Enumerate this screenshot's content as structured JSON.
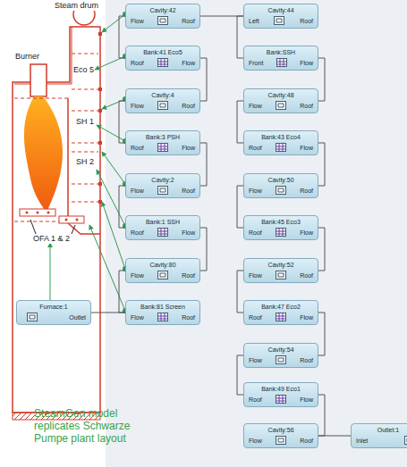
{
  "diagram": {
    "caption": "SteamGen model replicates Schwarze Pumpe plant layout",
    "nodes": [
      {
        "text": [
          "Cavity:42",
          "Flow",
          "Roof"
        ]
      },
      {
        "text": [
          "Bank:41 Eco5",
          "Roof",
          "Flow"
        ]
      },
      {
        "text": [
          "Cavity:4",
          "Flow",
          "Roof"
        ]
      },
      {
        "text": [
          "Bank:3 PSH",
          "Roof",
          "Flow"
        ]
      },
      {
        "text": [
          "Cavity:2",
          "Flow",
          "Roof"
        ]
      },
      {
        "text": [
          "Bank:1 SSH",
          "Roof",
          "Flow"
        ]
      },
      {
        "text": [
          "Cavity:80",
          "Flow",
          "Roof"
        ]
      },
      {
        "text": [
          "Bank:81 Screen",
          "Flow",
          "Roof"
        ]
      },
      {
        "text": [
          "Cavity:44",
          "Left",
          "Roof"
        ]
      },
      {
        "text": [
          "Bank:SSH",
          "Front",
          "Flow"
        ]
      },
      {
        "text": [
          "Cavity:48",
          "Flow",
          "Roof"
        ]
      },
      {
        "text": [
          "Bank:43 Eco4",
          "Roof",
          "Flow"
        ]
      },
      {
        "text": [
          "Cavity:50",
          "Flow",
          "Roof"
        ]
      },
      {
        "text": [
          "Bank:45 Eco3",
          "Roof",
          "Flow"
        ]
      },
      {
        "text": [
          "Cavity:52",
          "Flow",
          "Roof"
        ]
      },
      {
        "text": [
          "Bank:47 Eco2",
          "Roof",
          "Flow"
        ]
      },
      {
        "text": [
          "Cavity:54",
          "Flow",
          "Roof"
        ]
      },
      {
        "text": [
          "Bank:49 Eco1",
          "Roof",
          "Flow"
        ]
      },
      {
        "text": [
          "Cavity:56",
          "Flow",
          "Roof"
        ]
      },
      {
        "text": [
          "Furnace:1",
          "Outlet"
        ]
      },
      {
        "text": [
          "Outlet:1",
          "Inlet"
        ]
      }
    ],
    "edges": [
      {
        "from": 19,
        "to": 7,
        "arrow": "none"
      },
      {
        "from": 7,
        "to": 6,
        "arrow": "none"
      },
      {
        "from": 6,
        "to": 5,
        "arrow": "none"
      },
      {
        "from": 5,
        "to": 4,
        "arrow": "none"
      },
      {
        "from": 4,
        "to": 3,
        "arrow": "none"
      },
      {
        "from": 3,
        "to": 2,
        "arrow": "none"
      },
      {
        "from": 2,
        "to": 1,
        "arrow": "none"
      },
      {
        "from": 1,
        "to": 0,
        "arrow": "none"
      },
      {
        "from": 0,
        "to": 8,
        "arrow": "none"
      },
      {
        "from": 8,
        "to": 9,
        "arrow": "none"
      },
      {
        "from": 9,
        "to": 10,
        "arrow": "none"
      },
      {
        "from": 10,
        "to": 11,
        "arrow": "none"
      },
      {
        "from": 11,
        "to": 12,
        "arrow": "none"
      },
      {
        "from": 12,
        "to": 13,
        "arrow": "none"
      },
      {
        "from": 13,
        "to": 14,
        "arrow": "none"
      },
      {
        "from": 14,
        "to": 15,
        "arrow": "none"
      },
      {
        "from": 15,
        "to": 16,
        "arrow": "none"
      },
      {
        "from": 16,
        "to": 17,
        "arrow": "none"
      },
      {
        "from": 17,
        "to": 18,
        "arrow": "none"
      },
      {
        "from": 18,
        "to": 20,
        "arrow": "none"
      }
    ],
    "labels": [
      "Steam drum",
      "Burner",
      "Eco 5",
      "SH 1",
      "SH 2",
      "OFA 1 & 2"
    ]
  }
}
